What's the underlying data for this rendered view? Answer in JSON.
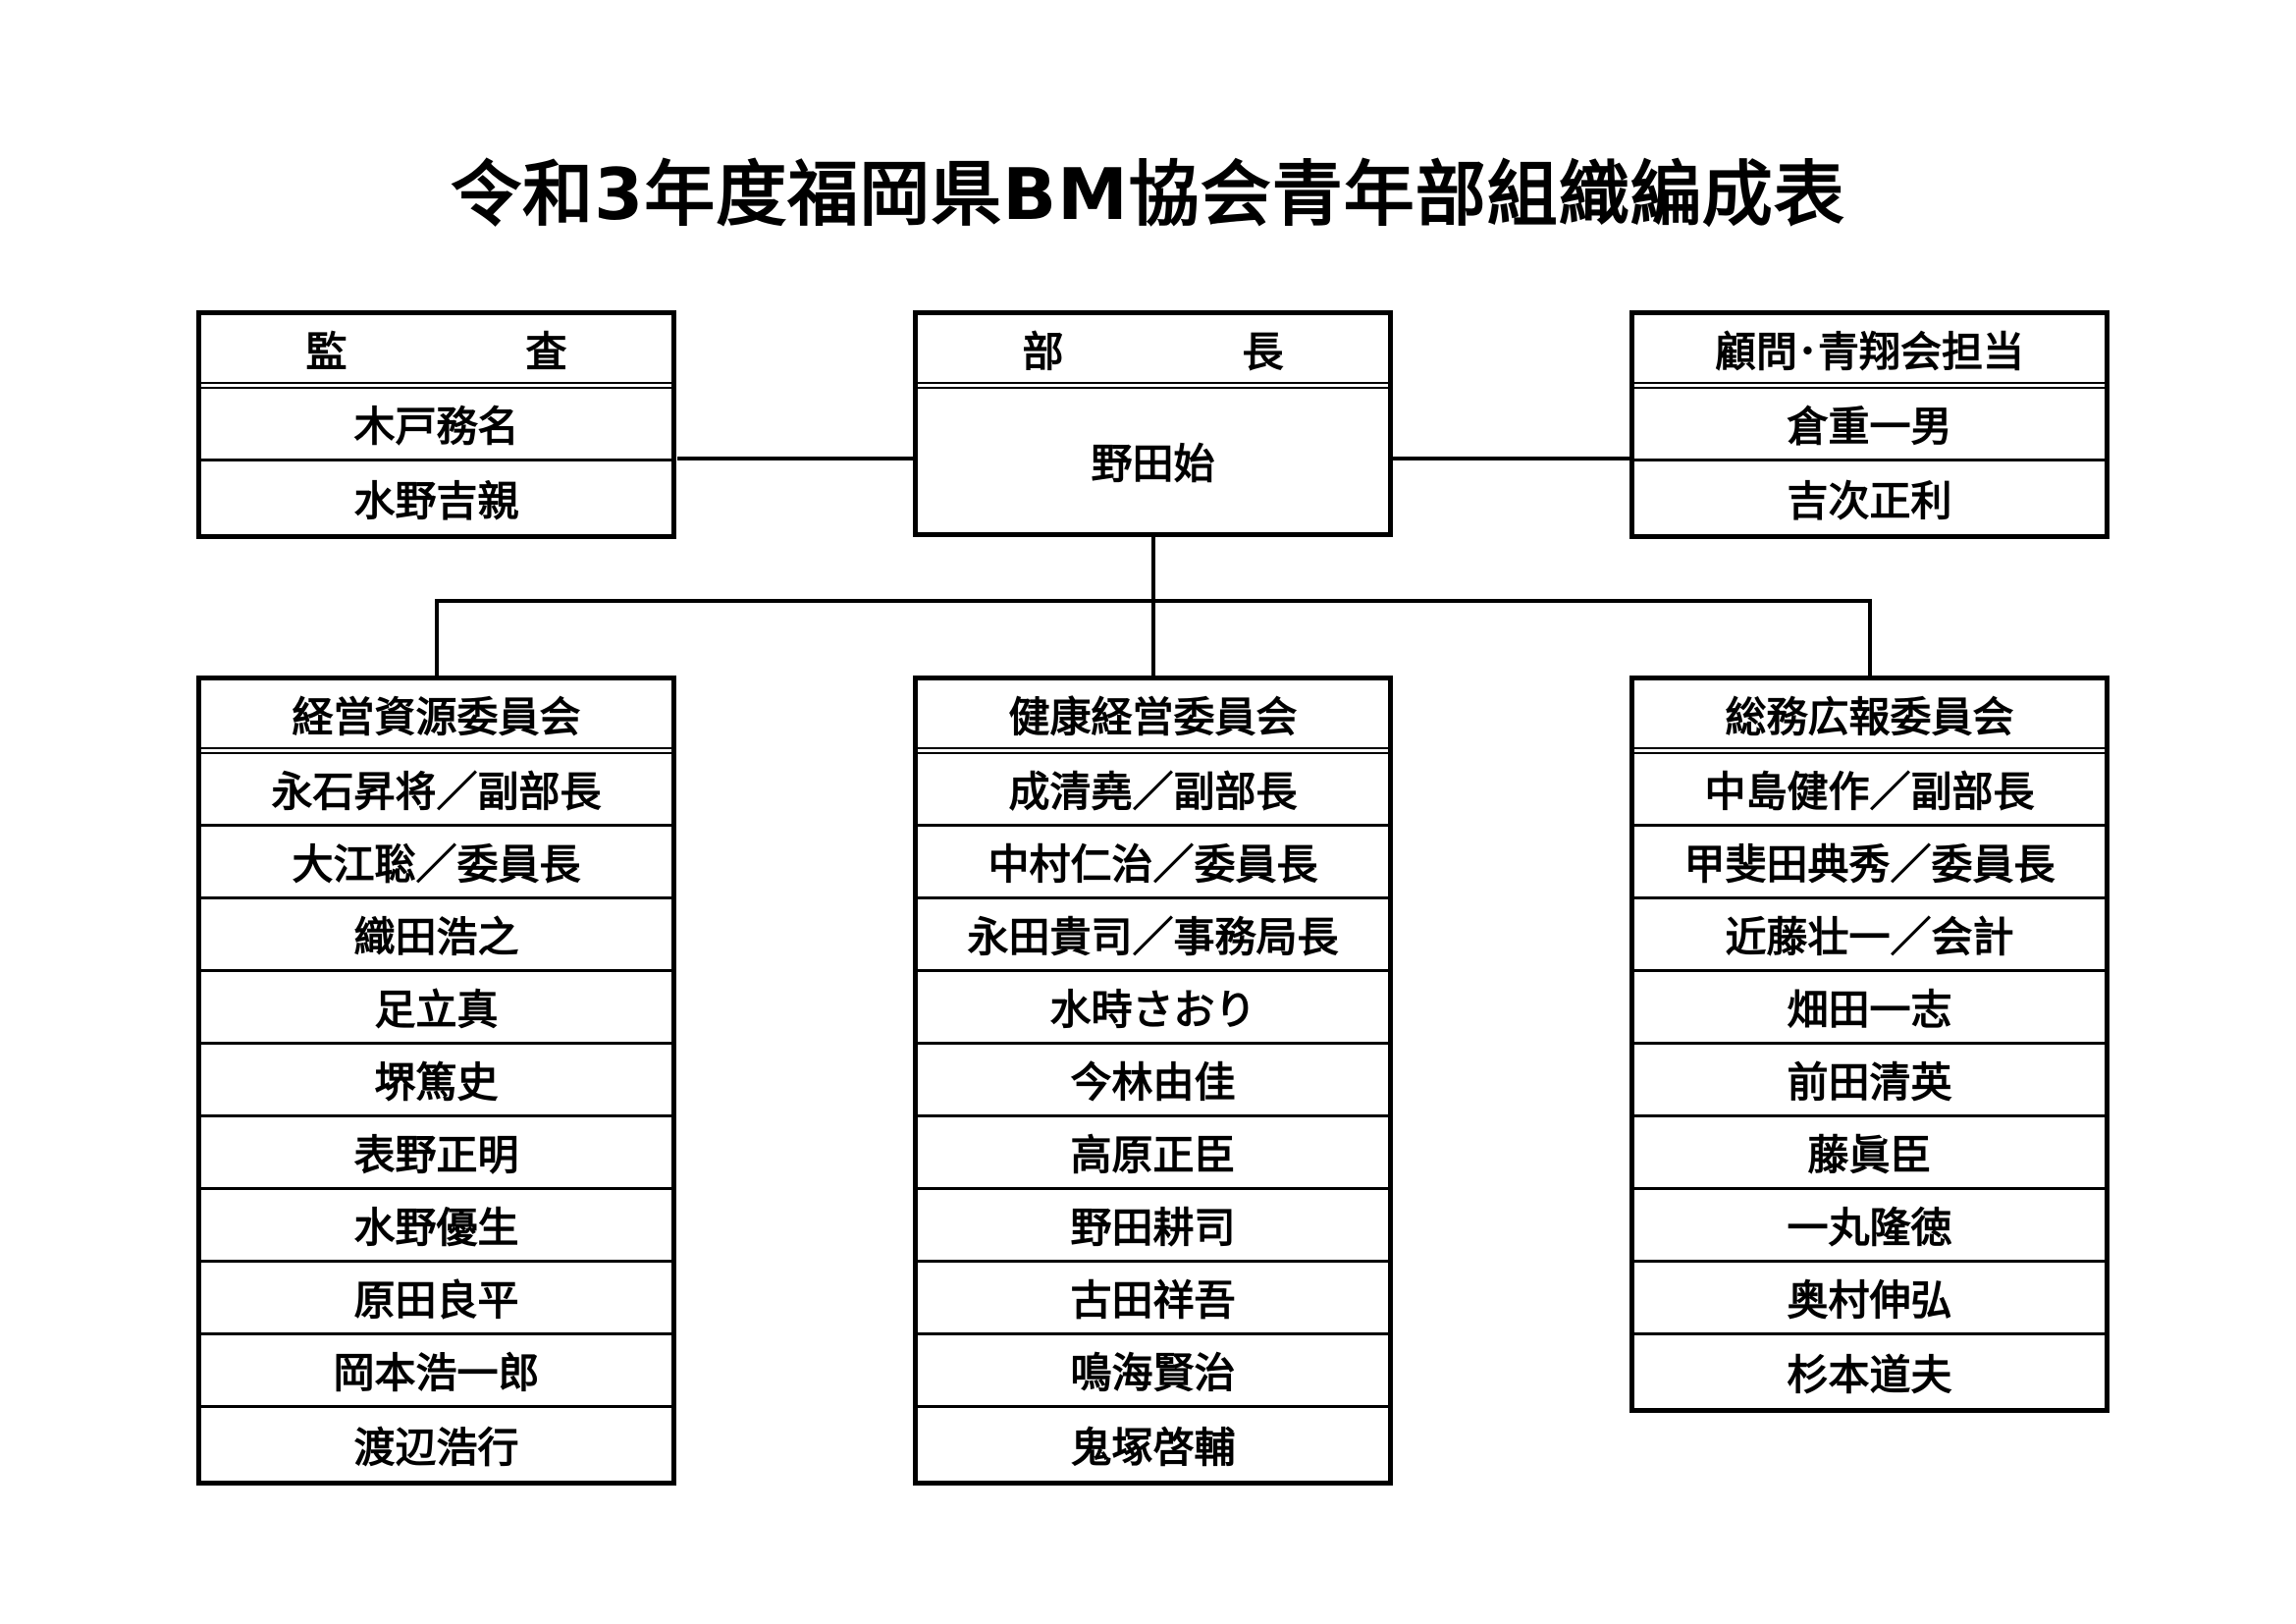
{
  "title": "令和3年度福岡県BM協会青年部組織編成表",
  "top": {
    "audit": {
      "header": "監　査",
      "members": [
        "木戸務名",
        "水野吉親"
      ]
    },
    "director": {
      "header": "部　長",
      "name": "野田始"
    },
    "advisor": {
      "header": "顧問･青翔会担当",
      "members": [
        "倉重一男",
        "吉次正利"
      ]
    }
  },
  "committees": [
    {
      "name": "経営資源委員会",
      "members": [
        "永石昇将／副部長",
        "大江聡／委員長",
        "織田浩之",
        "足立真",
        "堺篤史",
        "表野正明",
        "水野優生",
        "原田良平",
        "岡本浩一郎",
        "渡辺浩行"
      ]
    },
    {
      "name": "健康経営委員会",
      "members": [
        "成清堯／副部長",
        "中村仁治／委員長",
        "永田貴司／事務局長",
        "水時さおり",
        "今林由佳",
        "高原正臣",
        "野田耕司",
        "古田祥吾",
        "鳴海賢治",
        "鬼塚啓輔"
      ]
    },
    {
      "name": "総務広報委員会",
      "members": [
        "中島健作／副部長",
        "甲斐田典秀／委員長",
        "近藤壮一／会計",
        "畑田一志",
        "前田清英",
        "藤眞臣",
        "一丸隆徳",
        "奥村伸弘",
        "杉本道夫"
      ]
    }
  ]
}
